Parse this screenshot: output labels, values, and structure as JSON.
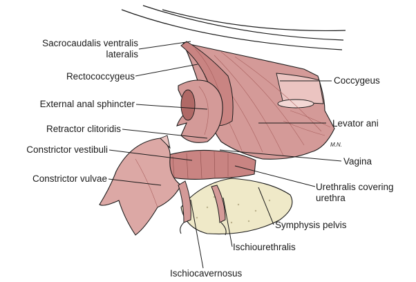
{
  "colors": {
    "muscle": "#d49a98",
    "muscle_light": "#ebc4c1",
    "muscle_dark": "#a9605e",
    "bone": "#efe9c8",
    "line": "#1a1a1a"
  },
  "signature": "M.N.",
  "labels": {
    "sacrocaudalis_1": "Sacrocaudalis ventralis",
    "sacrocaudalis_2": "lateralis",
    "rectococcygeus": "Rectococcygeus",
    "external_anal_sphincter": "External anal sphincter",
    "retractor_clitoridis": "Retractor clitoridis",
    "constrictor_vestibuli": "Constrictor vestibuli",
    "constrictor_vulvae": "Constrictor vulvae",
    "coccygeus": "Coccygeus",
    "levator_ani": "Levator ani",
    "vagina": "Vagina",
    "urethralis_1": "Urethralis covering",
    "urethralis_2": "urethra",
    "symphysis_pelvis": "Symphysis pelvis",
    "ischiourethralis": "Ischiourethralis",
    "ischiocavernosus": "Ischiocavernosus"
  }
}
